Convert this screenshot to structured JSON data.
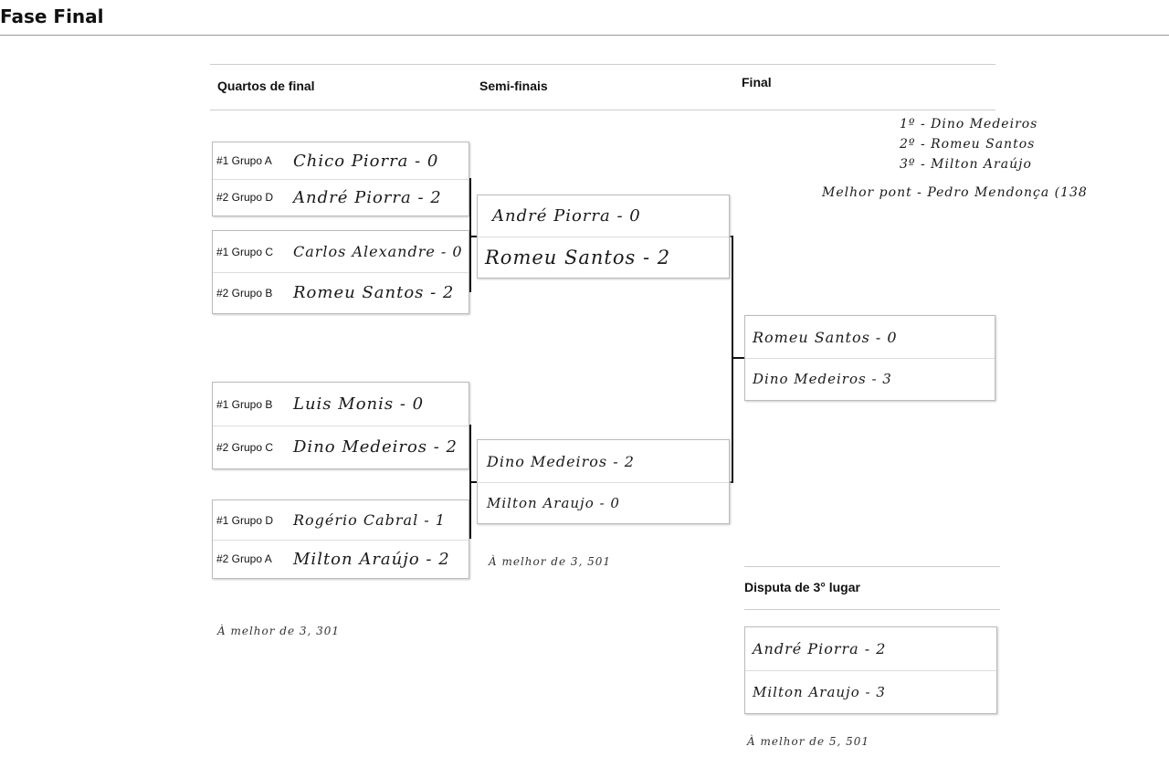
{
  "page_title": "Fase Final",
  "columns": {
    "quarters": "Quartos de final",
    "semis": "Semi-finais",
    "final": "Final",
    "third": "Disputa de 3° lugar"
  },
  "quarters": [
    {
      "rows": [
        {
          "seed": "#1 Grupo A",
          "player": "Chico Piorra - 0"
        },
        {
          "seed": "#2 Grupo D",
          "player": "André Piorra - 2"
        }
      ]
    },
    {
      "rows": [
        {
          "seed": "#1 Grupo C",
          "player": "Carlos Alexandre - 0"
        },
        {
          "seed": "#2 Grupo B",
          "player": "Romeu Santos - 2"
        }
      ]
    },
    {
      "rows": [
        {
          "seed": "#1 Grupo B",
          "player": "Luis Monis - 0"
        },
        {
          "seed": "#2 Grupo C",
          "player": "Dino Medeiros - 2"
        }
      ]
    },
    {
      "rows": [
        {
          "seed": "#1 Grupo D",
          "player": "Rogério Cabral - 1"
        },
        {
          "seed": "#2 Grupo A",
          "player": "Milton Araújo - 2"
        }
      ]
    }
  ],
  "semis": [
    {
      "rows": [
        {
          "player": "André Piorra - 0"
        },
        {
          "player": "Romeu Santos - 2"
        }
      ]
    },
    {
      "rows": [
        {
          "player": "Dino Medeiros - 2"
        },
        {
          "player": "Milton Araujo - 0"
        }
      ]
    }
  ],
  "final": {
    "rows": [
      {
        "player": "Romeu Santos - 0"
      },
      {
        "player": "Dino Medeiros - 3"
      }
    ]
  },
  "third": {
    "rows": [
      {
        "player": "André Piorra - 2"
      },
      {
        "player": "Milton Araujo - 3"
      }
    ]
  },
  "notes": {
    "quarters": "À melhor de 3, 301",
    "semis": "À melhor de 3, 501",
    "third": "À melhor de 5, 501"
  },
  "standings": [
    "1º - Dino Medeiros",
    "2º - Romeu Santos",
    "3º - Milton Araújo",
    "Melhor pont - Pedro Mendonça (138"
  ]
}
